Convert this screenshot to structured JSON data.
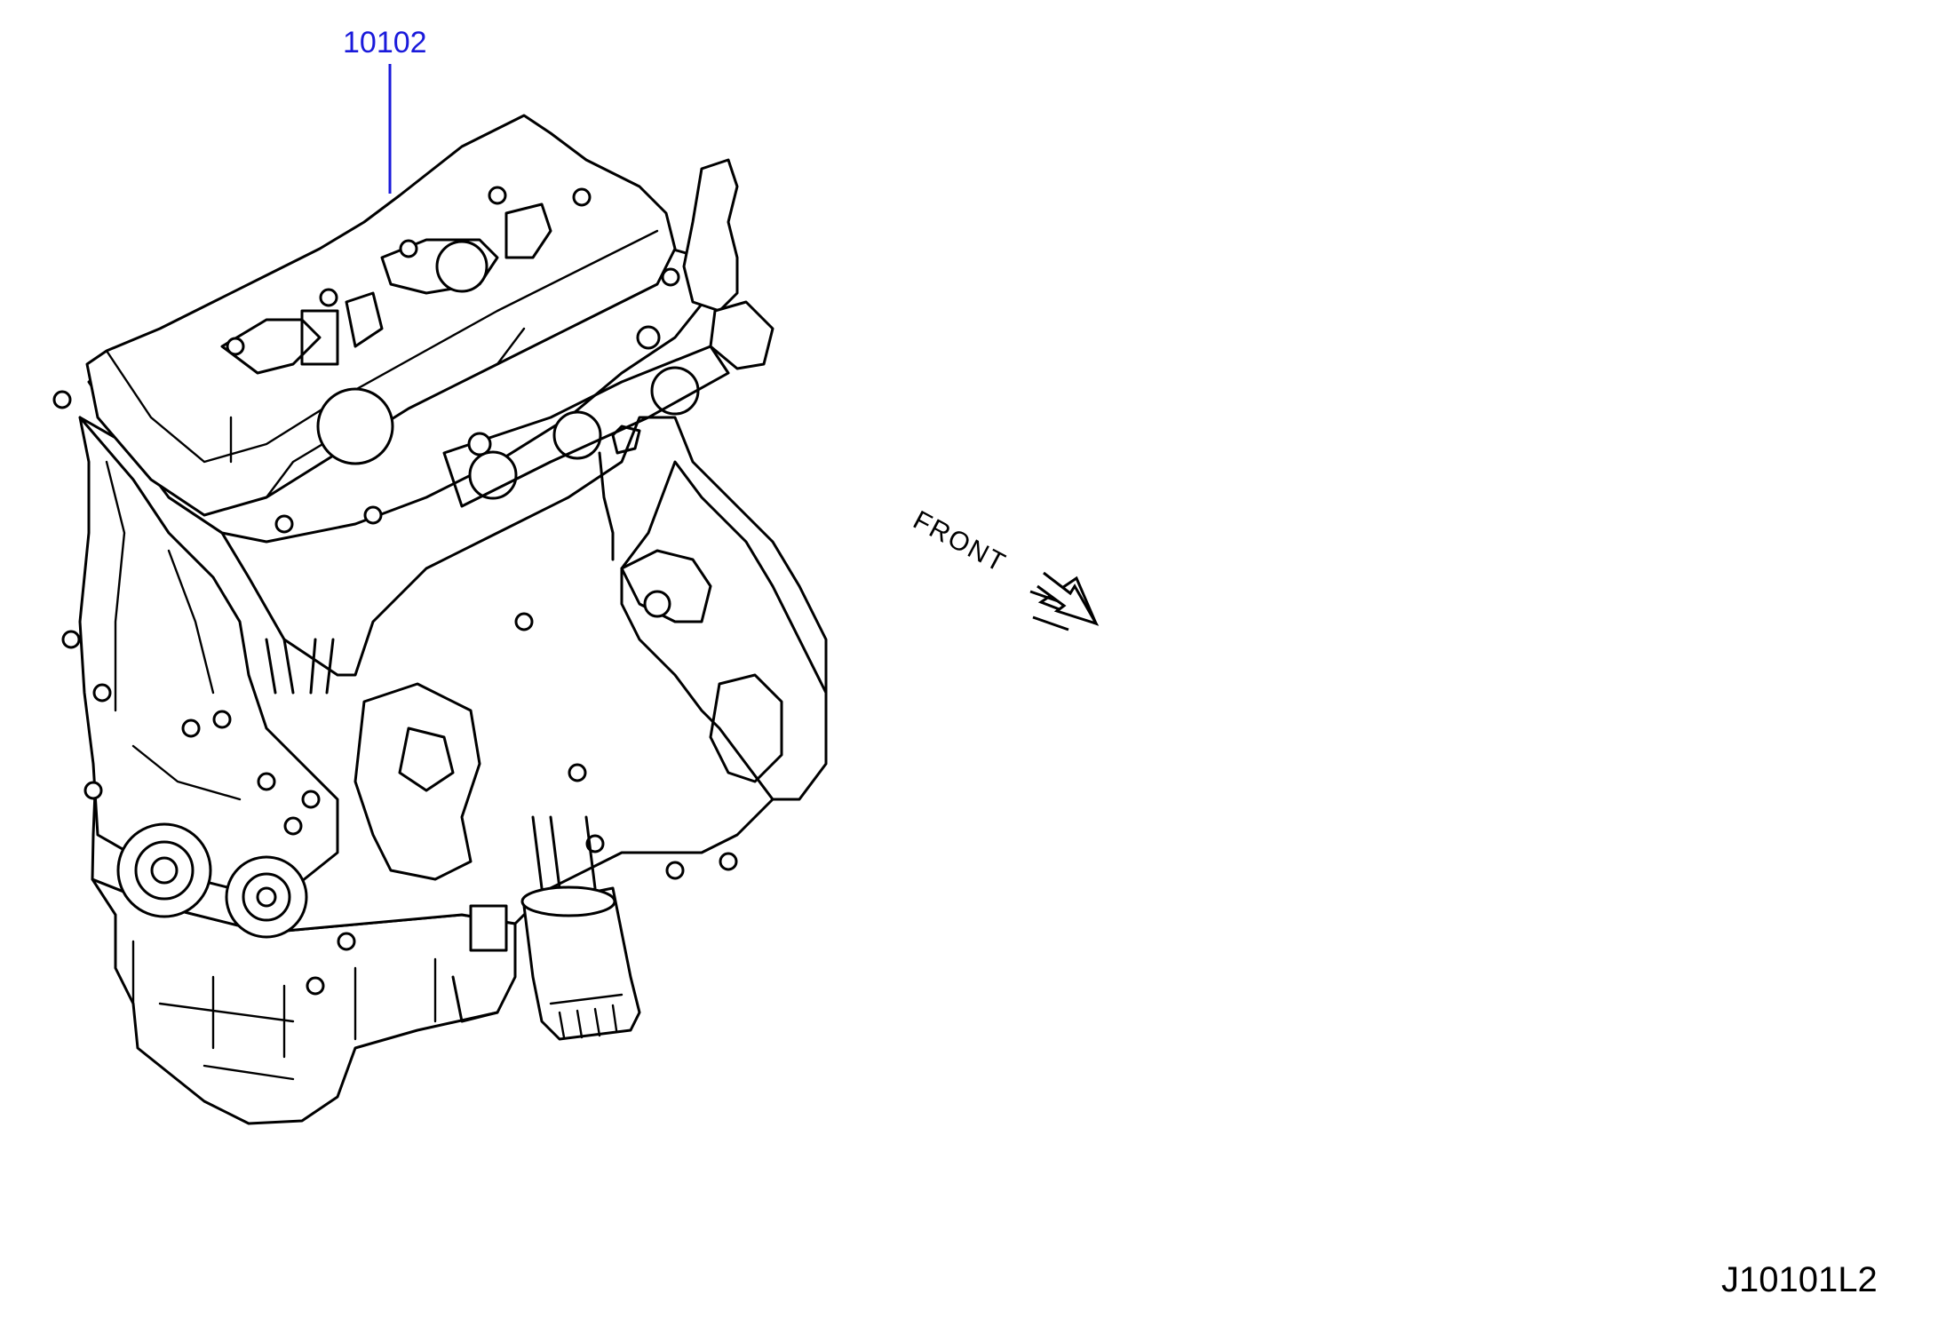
{
  "diagram": {
    "callouts": [
      {
        "part_number": "10102",
        "color": "#1a1adb"
      }
    ],
    "direction_label": "FRONT",
    "drawing_code": "J10101L2",
    "line_color": "#000000"
  }
}
